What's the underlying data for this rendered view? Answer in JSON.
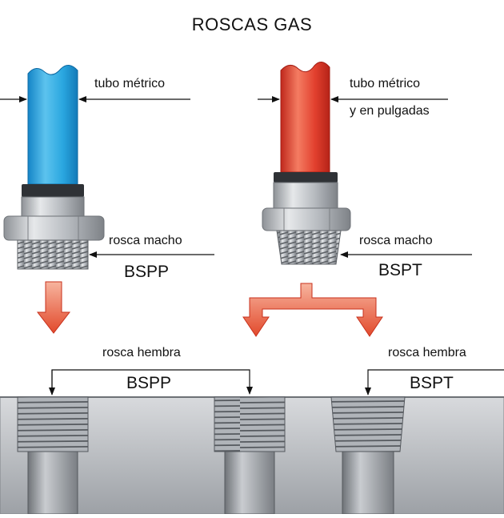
{
  "title": "ROSCAS GAS",
  "labels": {
    "left_pipe": "tubo métrico",
    "right_pipe_line1": "tubo métrico",
    "right_pipe_line2": "y en pulgadas",
    "left_male": "rosca macho",
    "left_male_standard": "BSPP",
    "right_male": "rosca macho",
    "right_male_standard": "BSPT",
    "female_left": "rosca hembra",
    "female_left_standard": "BSPP",
    "female_right": "rosca hembra",
    "female_right_standard": "BSPT"
  },
  "colors": {
    "blue_pipe": "#2aa7e0",
    "red_pipe": "#e2402e",
    "arrow_fill": "#e86a4e",
    "metal": "#b8bcc1",
    "block": "#b5b8bd"
  }
}
